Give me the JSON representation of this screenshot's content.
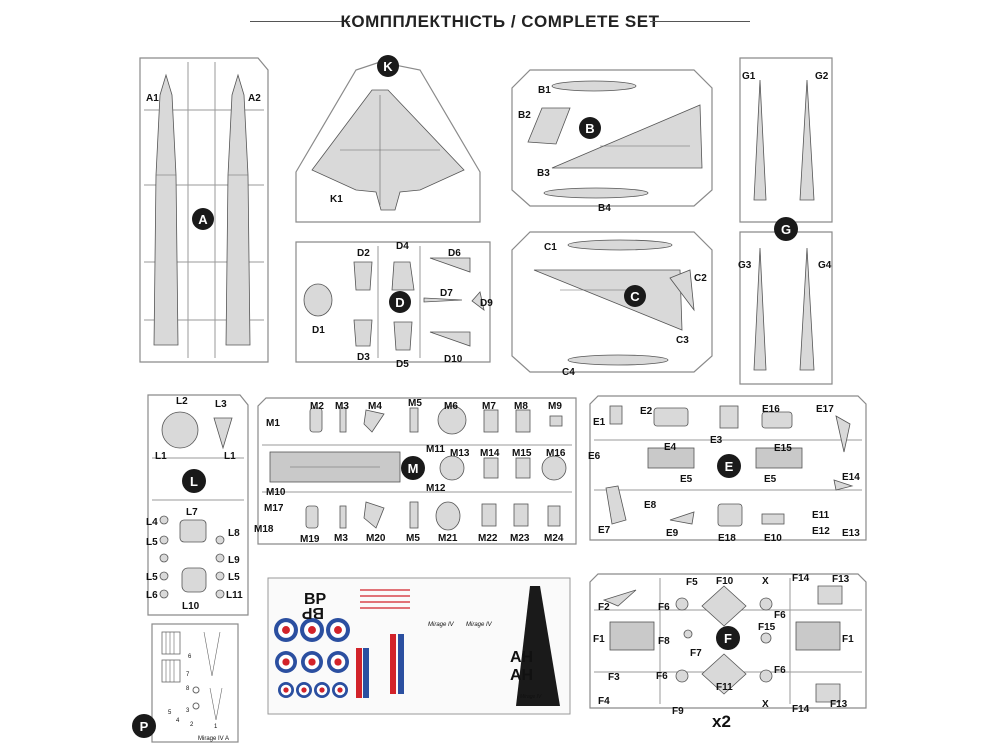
{
  "header": {
    "title": "КОМППЛЕКТНІСТЬ / COMPLETE SET"
  },
  "sprues": {
    "A": {
      "letter": "A",
      "parts": [
        "A1",
        "A2"
      ]
    },
    "K": {
      "letter": "K",
      "parts": [
        "K1"
      ]
    },
    "B": {
      "letter": "B",
      "parts": [
        "B1",
        "B2",
        "B3",
        "B4"
      ]
    },
    "G": {
      "letter": "G",
      "parts": [
        "G1",
        "G2",
        "G3",
        "G4"
      ]
    },
    "D": {
      "letter": "D",
      "parts": [
        "D1",
        "D2",
        "D3",
        "D4",
        "D5",
        "D6",
        "D7",
        "D9",
        "D10"
      ]
    },
    "C": {
      "letter": "C",
      "parts": [
        "C1",
        "C2",
        "C3",
        "C4"
      ]
    },
    "L": {
      "letter": "L",
      "parts": [
        "L1",
        "L1",
        "L2",
        "L3",
        "L4",
        "L5",
        "L5",
        "L5",
        "L6",
        "L7",
        "L8",
        "L9",
        "L10",
        "L11"
      ]
    },
    "M": {
      "letter": "M",
      "parts": [
        "M1",
        "M2",
        "M3",
        "M4",
        "M5",
        "M6",
        "M7",
        "M8",
        "M9",
        "M10",
        "M11",
        "M12",
        "M13",
        "M14",
        "M15",
        "M16",
        "M17",
        "M18",
        "M19",
        "M3",
        "M20",
        "M5",
        "M21",
        "M22",
        "M23",
        "M24"
      ]
    },
    "E": {
      "letter": "E",
      "parts": [
        "E1",
        "E2",
        "E3",
        "E4",
        "E5",
        "E5",
        "E6",
        "E7",
        "E8",
        "E9",
        "E10",
        "E11",
        "E12",
        "E13",
        "E14",
        "E15",
        "E16",
        "E17",
        "E18"
      ]
    },
    "F": {
      "letter": "F",
      "parts": [
        "F1",
        "F1",
        "F2",
        "F3",
        "F4",
        "F5",
        "F6",
        "F6",
        "F6",
        "F6",
        "F7",
        "F8",
        "F9",
        "F10",
        "F11",
        "F13",
        "F13",
        "F14",
        "F14",
        "F15",
        "X",
        "X"
      ]
    },
    "P": {
      "letter": "P",
      "label": "Mirage IV A",
      "numbers": [
        "1",
        "2",
        "3",
        "4",
        "5",
        "6",
        "7",
        "8"
      ]
    }
  },
  "decals": {
    "texts": [
      "BP",
      "BP",
      "AH",
      "AH",
      "Mirage IV",
      "Mirage IV",
      "Mirage IV"
    ]
  },
  "note": {
    "multiplier": "x2"
  },
  "colors": {
    "sprue_line": "#888888",
    "part_fill": "#d8d8d8",
    "badge": "#1a1a1a",
    "roundel_blue": "#2b4fa0",
    "roundel_red": "#d2232a"
  }
}
